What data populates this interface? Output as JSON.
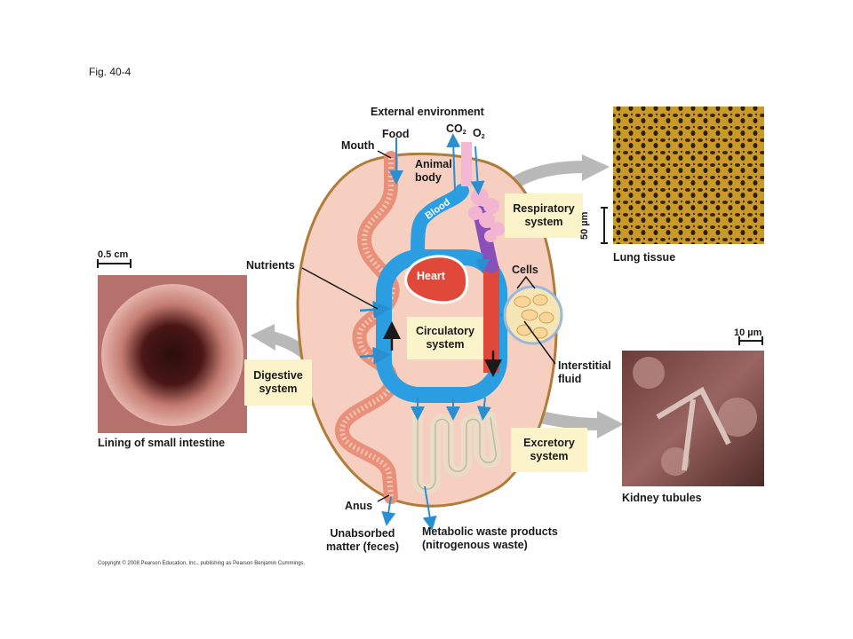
{
  "figure_label": "Fig. 40-4",
  "labels": {
    "external_environment": "External environment",
    "food": "Food",
    "mouth": "Mouth",
    "co2": "CO",
    "co2_sub": "2",
    "o2": "O",
    "o2_sub": "2",
    "animal_body_line1": "Animal",
    "animal_body_line2": "body",
    "blood": "Blood",
    "heart": "Heart",
    "nutrients": "Nutrients",
    "cells": "Cells",
    "interstitial_line1": "Interstitial",
    "interstitial_line2": "fluid",
    "anus": "Anus",
    "unabsorbed_line1": "Unabsorbed",
    "unabsorbed_line2": "matter (feces)",
    "metabolic_line1": "Metabolic waste products",
    "metabolic_line2": "(nitrogenous waste)"
  },
  "boxes": {
    "respiratory": [
      "Respiratory",
      "system"
    ],
    "circulatory": [
      "Circulatory",
      "system"
    ],
    "digestive": [
      "Digestive",
      "system"
    ],
    "excretory": [
      "Excretory",
      "system"
    ]
  },
  "micrographs": {
    "lung": {
      "caption": "Lung tissue",
      "scale": "50 µm"
    },
    "intestine": {
      "caption": "Lining of small intestine",
      "scale": "0.5 cm"
    },
    "kidney": {
      "caption": "Kidney tubules",
      "scale": "10 µm"
    }
  },
  "copyright": "Copyright © 2008 Pearson Education, Inc., publishing as Pearson Benjamin Cummings.",
  "colors": {
    "body_fill": "#f6cfc0",
    "body_outline": "#b07c3a",
    "blood_blue": "#2a9ee0",
    "blood_red": "#e0483a",
    "label_box": "#fbf3c9",
    "arrow_gray": "#b9b9b9"
  }
}
